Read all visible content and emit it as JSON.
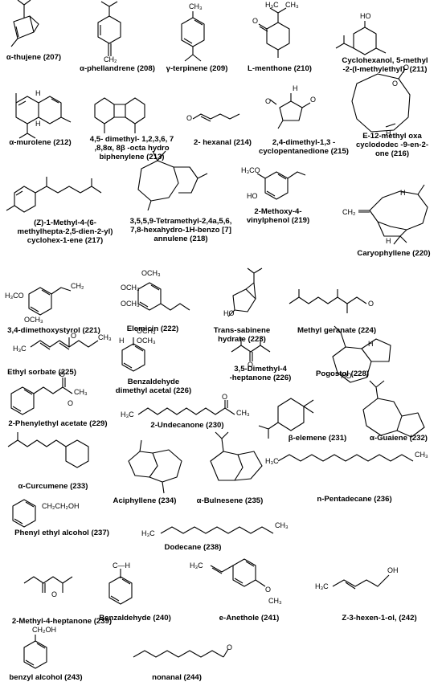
{
  "compounds": [
    {
      "id": "207",
      "name": "α-thujene (207)"
    },
    {
      "id": "208",
      "name": "α-phellandrene (208)"
    },
    {
      "id": "209",
      "name": "γ-terpinene (209)"
    },
    {
      "id": "210",
      "name": "L-menthone (210)"
    },
    {
      "id": "211",
      "name": "Cyclohexanol, 5-methyl\n-2-(l-methylethyl)- (211)"
    },
    {
      "id": "212",
      "name": "α-murolene (212)"
    },
    {
      "id": "213",
      "name": "4,5- dimethyl- 1,2,3,6, 7\n,8,8α, 8β -octa hydro\nbiphenylene  (213)"
    },
    {
      "id": "214",
      "name": "2- hexanal (214)"
    },
    {
      "id": "215",
      "name": "2,4-dimethyl-1,3 -\ncyclopentanedione (215)"
    },
    {
      "id": "216",
      "name": "E-12-methyl oxa\ncyclododec -9-en-2-\none (216)"
    },
    {
      "id": "217",
      "name": "(Z)-1-Methyl-4-(6-\nmethylhepta-2,5-dien-2-yl)\ncyclohex-1-ene (217)"
    },
    {
      "id": "218",
      "name": "3,5,5,9-Tetramethyl-2,4a,5,6,\n7,8-hexahydro-1H-benzo [7]\nannulene (218)"
    },
    {
      "id": "219",
      "name": "2-Methoxy-4-\nvinylphenol (219)"
    },
    {
      "id": "220",
      "name": "Caryophyllene (220)"
    },
    {
      "id": "221",
      "name": "3,4-dimethoxystyrol (221)"
    },
    {
      "id": "222",
      "name": "Elemicin (222)"
    },
    {
      "id": "223",
      "name": "Trans-sabinene\nhydrate (223)"
    },
    {
      "id": "224",
      "name": "Methyl geranate (224)"
    },
    {
      "id": "225",
      "name": "Ethyl sorbate (225)"
    },
    {
      "id": "226a",
      "name": "Benzaldehyde\ndimethyl acetal (226)"
    },
    {
      "id": "226b",
      "name": "3,5-Dimethyl-4\n-heptanone (226)"
    },
    {
      "id": "228",
      "name": "Pogostol (228)"
    },
    {
      "id": "229",
      "name": "2-Phenylethyl acetate (229)"
    },
    {
      "id": "230",
      "name": "2-Undecanone (230)"
    },
    {
      "id": "231",
      "name": "β-elemene (231)"
    },
    {
      "id": "232",
      "name": "α-Guaiene (232)"
    },
    {
      "id": "233",
      "name": "α-Curcumene (233)"
    },
    {
      "id": "234",
      "name": "Aciphyllene (234)"
    },
    {
      "id": "235",
      "name": "α-Bulnesene (235)"
    },
    {
      "id": "236",
      "name": "n-Pentadecane (236)"
    },
    {
      "id": "237",
      "name": "Phenyl ethyl alcohol (237)"
    },
    {
      "id": "238",
      "name": "Dodecane (238)"
    },
    {
      "id": "239",
      "name": "2-Methyl-4-heptanone (239)"
    },
    {
      "id": "240",
      "name": "Benzaldehyde (240)"
    },
    {
      "id": "241",
      "name": "e-Anethole (241)"
    },
    {
      "id": "242",
      "name": "Z-3-hexen-1-ol, (242)"
    },
    {
      "id": "243",
      "name": "benzyl alcohol (243)"
    },
    {
      "id": "244",
      "name": "nonanal (244)"
    }
  ],
  "atoms": {
    "ch2": "CH₂",
    "h3c": "H₃C",
    "ch3": "CH₃",
    "o": "O",
    "ho": "HO",
    "h": "H",
    "oh": "OH",
    "h3co": "H₃CO",
    "och3": "OCH₃",
    "ch2ch2oh": "CH₂CH₂OH",
    "ch2oh": "CH₂OH",
    "ch": "C—H",
    "och3_a": "OCH₃",
    "och3_b": "OCH₃"
  }
}
